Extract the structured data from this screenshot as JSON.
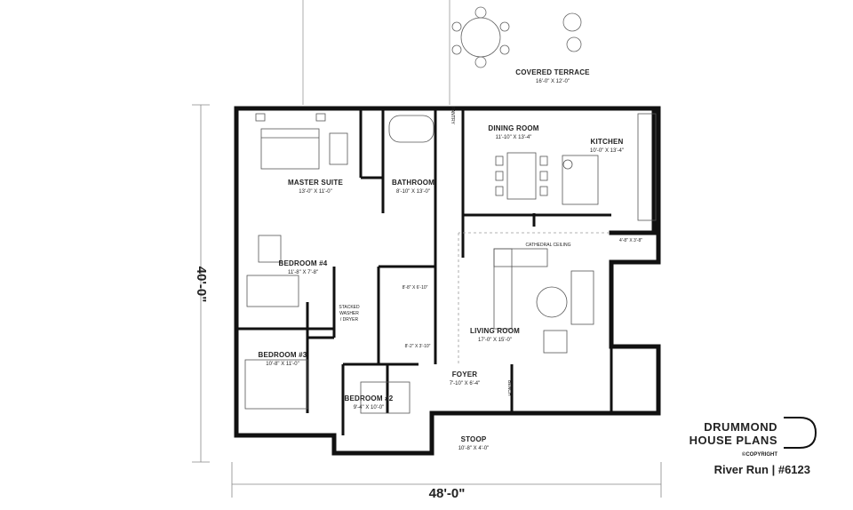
{
  "rooms": {
    "covered_terrace": {
      "name": "COVERED TERRACE",
      "dims": "16'-0\" X 12'-0\""
    },
    "dining_room": {
      "name": "DINING ROOM",
      "dims": "11'-10\" X 13'-4\""
    },
    "kitchen": {
      "name": "KITCHEN",
      "dims": "10'-0\" X 13'-4\""
    },
    "master_suite": {
      "name": "MASTER SUITE",
      "dims": "13'-0\" X 11'-0\""
    },
    "bathroom": {
      "name": "BATHROOM",
      "dims": "8'-10\" X 13'-0\""
    },
    "bedroom4": {
      "name": "BEDROOM #4",
      "dims": "11'-8\" X 7'-8\""
    },
    "living_room": {
      "name": "LIVING ROOM",
      "dims": "17'-0\" X 15'-0\""
    },
    "bedroom3": {
      "name": "BEDROOM #3",
      "dims": "10'-8\" X 11'-0\""
    },
    "bedroom2": {
      "name": "BEDROOM #2",
      "dims": "9'-4\" X 10'-0\""
    },
    "foyer": {
      "name": "FOYER",
      "dims": "7'-10\" X 6'-4\""
    },
    "stoop": {
      "name": "STOOP",
      "dims": "10'-8\" X 4'-0\""
    }
  },
  "labels": {
    "cathedral_ceiling": "CATHEDRAL CEILING",
    "stacked_washer": "STACKED",
    "stacked_washer_2": "WASHER",
    "stacked_washer_3": "/ DRYER",
    "bench": "BENCH",
    "pantry": "PANTRY",
    "dim_small_1": "8'-8\" X 6'-10\"",
    "dim_small_2": "8'-2\" X 3'-10\"",
    "dim_small_3": "4'-8\" X 3'-8\""
  },
  "overall": {
    "width": "48'-0\"",
    "depth": "40'-0\""
  },
  "brand": {
    "line1": "DRUMMOND",
    "line2": "HOUSE PLANS",
    "copyright": "©COPYRIGHT",
    "plan_name": "River Run | #6123"
  }
}
